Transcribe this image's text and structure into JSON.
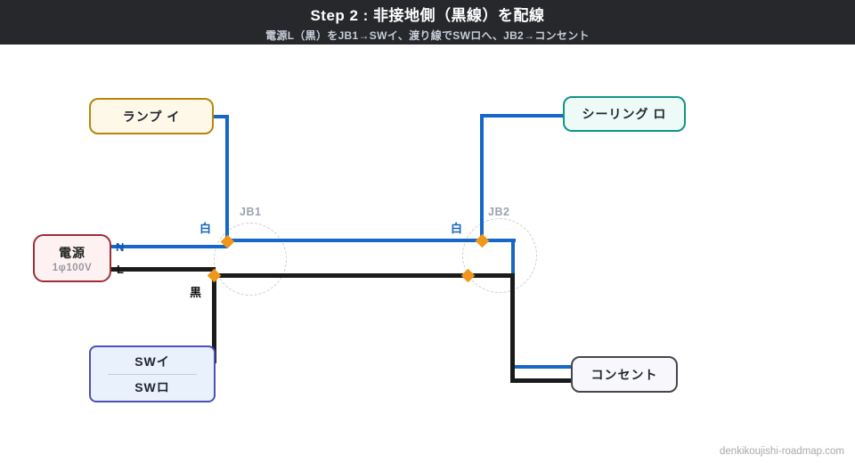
{
  "header": {
    "title": "Step 2 : 非接地側（黒線）を配線",
    "subtitle": "電源L（黒）をJB1→SWイ、渡り線でSWロへ、JB2→コンセント"
  },
  "nodes": {
    "lamp": {
      "label": "ランプ イ",
      "border_color": "#b8860b"
    },
    "ceiling": {
      "label": "シーリング ロ",
      "border_color": "#0e9488"
    },
    "power": {
      "label": "電源",
      "sublabel": "1φ100V",
      "border_color": "#9f2d36"
    },
    "switch": {
      "row1": "SWイ",
      "row2": "SWロ",
      "border_color": "#4b51b5"
    },
    "outlet": {
      "label": "コンセント",
      "border_color": "#46464e"
    }
  },
  "junctions": {
    "jb1": {
      "label": "JB1"
    },
    "jb2": {
      "label": "JB2"
    }
  },
  "wire_labels": {
    "white_at_jb1": "白",
    "white_at_jb2": "白",
    "black_at_jb1": "黒",
    "neutral": "N",
    "line": "L"
  },
  "colors": {
    "white_wire_blue": "#1667c6",
    "black_wire": "#1b1b1b",
    "connector_orange": "#f0971b",
    "header_bg": "#26282c"
  },
  "footer": {
    "watermark": "denkikoujishi-roadmap.com"
  }
}
